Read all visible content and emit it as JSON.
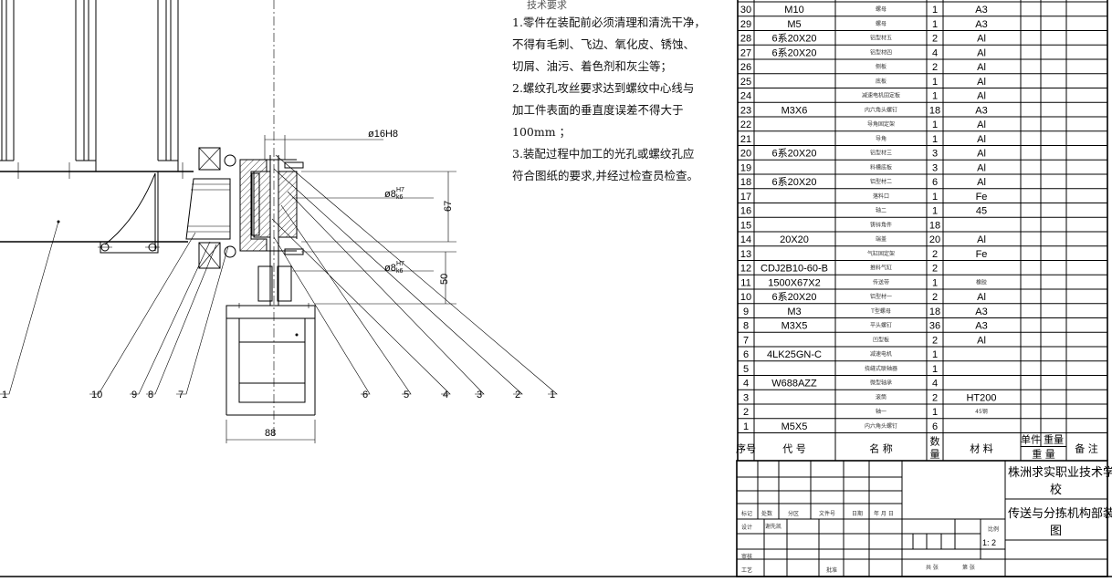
{
  "notes": {
    "title": "技术要求",
    "lines": [
      "1.零件在装配前必须清理和清洗干净，",
      "不得有毛刺、飞边、氧化皮、锈蚀、",
      "切屑、油污、着色剂和灰尘等；",
      "2.螺纹孔攻丝要求达到螺纹中心线与",
      "加工件表面的垂直度误差不得大于",
      "100mm ；",
      "3.装配过程中加工的光孔或螺纹孔应",
      "符合图纸的要求,并经过检查员检查。"
    ]
  },
  "dimensions": {
    "bore": "ø16H8",
    "fit1_base": "ø8",
    "fit1_upper": "H7",
    "fit1_lower": "k6",
    "fit2_base": "ø8",
    "fit2_upper": "H7",
    "fit2_lower": "k6",
    "height1": "67",
    "height2": "50",
    "width": "88"
  },
  "callouts": [
    "1",
    "10",
    "9",
    "8",
    "7",
    "6",
    "5",
    "4",
    "3",
    "2",
    "1"
  ],
  "bom": {
    "rows": [
      [
        "30",
        "M10",
        "螺母",
        "1",
        "A3"
      ],
      [
        "29",
        "M5",
        "螺母",
        "1",
        "A3"
      ],
      [
        "28",
        "6系20X20",
        "铝型材五",
        "2",
        "Al"
      ],
      [
        "27",
        "6系20X20",
        "铝型材四",
        "4",
        "Al"
      ],
      [
        "26",
        "",
        "侧板",
        "2",
        "Al"
      ],
      [
        "25",
        "",
        "底板",
        "1",
        "Al"
      ],
      [
        "24",
        "",
        "减速电机固定板",
        "1",
        "Al"
      ],
      [
        "23",
        "M3X6",
        "内六角头螺钉",
        "18",
        "A3"
      ],
      [
        "22",
        "",
        "导角固定架",
        "1",
        "Al"
      ],
      [
        "21",
        "",
        "导角",
        "1",
        "Al"
      ],
      [
        "20",
        "6系20X20",
        "铝型材三",
        "3",
        "Al"
      ],
      [
        "19",
        "",
        "料槽底板",
        "3",
        "Al"
      ],
      [
        "18",
        "6系20X20",
        "铝型材二",
        "6",
        "Al"
      ],
      [
        "17",
        "",
        "落料口",
        "1",
        "Fe"
      ],
      [
        "16",
        "",
        "轴二",
        "1",
        "45"
      ],
      [
        "15",
        "",
        "铸锌角件",
        "18",
        ""
      ],
      [
        "14",
        "20X20",
        "端盖",
        "20",
        "Al"
      ],
      [
        "13",
        "",
        "气缸固定架",
        "2",
        "Fe"
      ],
      [
        "12",
        "CDJ2B10-60-B",
        "推料气缸",
        "2",
        ""
      ],
      [
        "11",
        "1500X67X2",
        "传送带",
        "1",
        "橡胶"
      ],
      [
        "10",
        "6系20X20",
        "铝型材一",
        "2",
        "Al"
      ],
      [
        "9",
        "M3",
        "T型螺母",
        "18",
        "A3"
      ],
      [
        "8",
        "M3X5",
        "平头螺钉",
        "36",
        "A3"
      ],
      [
        "7",
        "",
        "凹型板",
        "2",
        "Al"
      ],
      [
        "6",
        "4LK25GN-C",
        "减速电机",
        "1",
        ""
      ],
      [
        "5",
        "",
        "挠缝式联轴器",
        "1",
        ""
      ],
      [
        "4",
        "W688AZZ",
        "微型轴承",
        "4",
        ""
      ],
      [
        "3",
        "",
        "滚筒",
        "2",
        "HT200"
      ],
      [
        "2",
        "",
        "轴一",
        "1",
        "45钢"
      ],
      [
        "1",
        "M5X5",
        "内六角头螺钉",
        "6",
        ""
      ]
    ],
    "header": {
      "seq": "序号",
      "code": "代 号",
      "name": "名 称",
      "qty_top": "数",
      "qty_bottom": "量",
      "material": "材 料",
      "unit": "单件",
      "weight": "重量",
      "total_weight": "重 量",
      "remarks": "备 注"
    }
  },
  "title_block": {
    "school_line1": "株洲求实职业技术学",
    "school_line2": "校",
    "drawing_line1": "传送与分拣机构部装",
    "drawing_line2": "图",
    "mark": "标记",
    "count": "处数",
    "zone": "分区",
    "doc_no": "文件号",
    "sign_date": "日期",
    "ymd": "年 月 日",
    "design": "设计",
    "designer": "谢先凯",
    "review": "审核",
    "process": "工艺",
    "approve": "批准",
    "scale_label": "比例",
    "scale": "1: 2",
    "sheets_total": "共 张",
    "sheet_no": "第 张"
  }
}
